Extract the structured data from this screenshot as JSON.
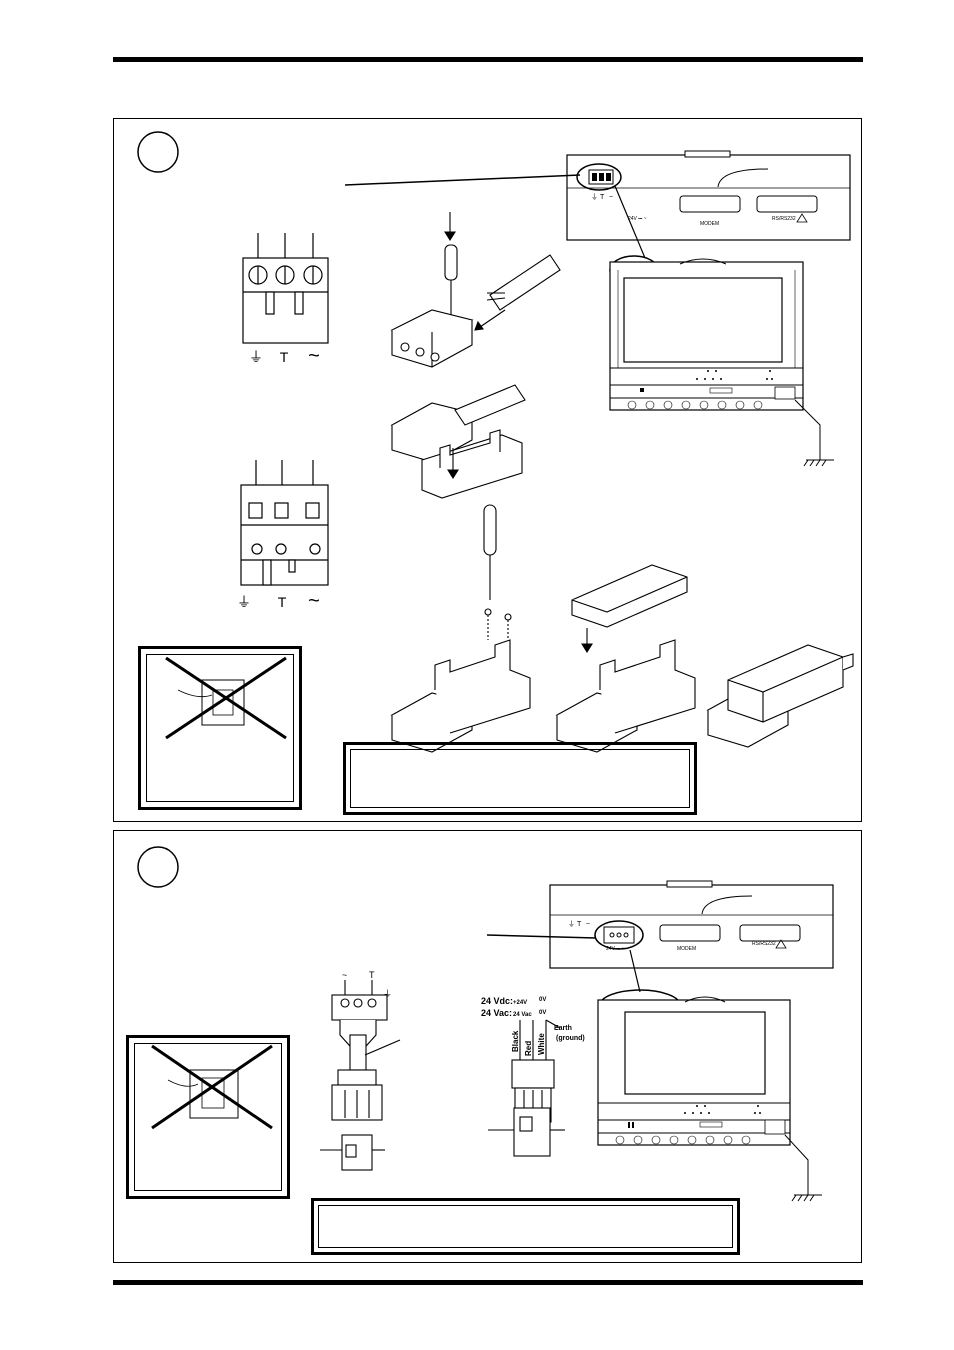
{
  "panel1": {
    "step": "",
    "terminal_symbols": [
      "⏚",
      "T",
      "~"
    ],
    "device_labels": {
      "power": "24V ⎓ ~",
      "modem": "MODEM",
      "rs": "RS/RS232"
    },
    "note_text": ""
  },
  "panel2": {
    "step": "",
    "terminal_symbols": [
      "⏚",
      "T",
      "~"
    ],
    "device_labels": {
      "power": "24V ⎓ ~",
      "modem": "MODEM",
      "rs": "RS/RS232"
    },
    "vdc_label": "24 Vdc:",
    "vdc_plus": "+24V",
    "vdc_zero": "0V",
    "vac_label": "24 Vac:",
    "vac_value": "24 Vac",
    "vac_zero": "0V",
    "wire_black": "Black",
    "wire_red": "Red",
    "wire_white": "White",
    "earth_label": "Earth",
    "earth_sub": "(ground)",
    "note_text": ""
  }
}
